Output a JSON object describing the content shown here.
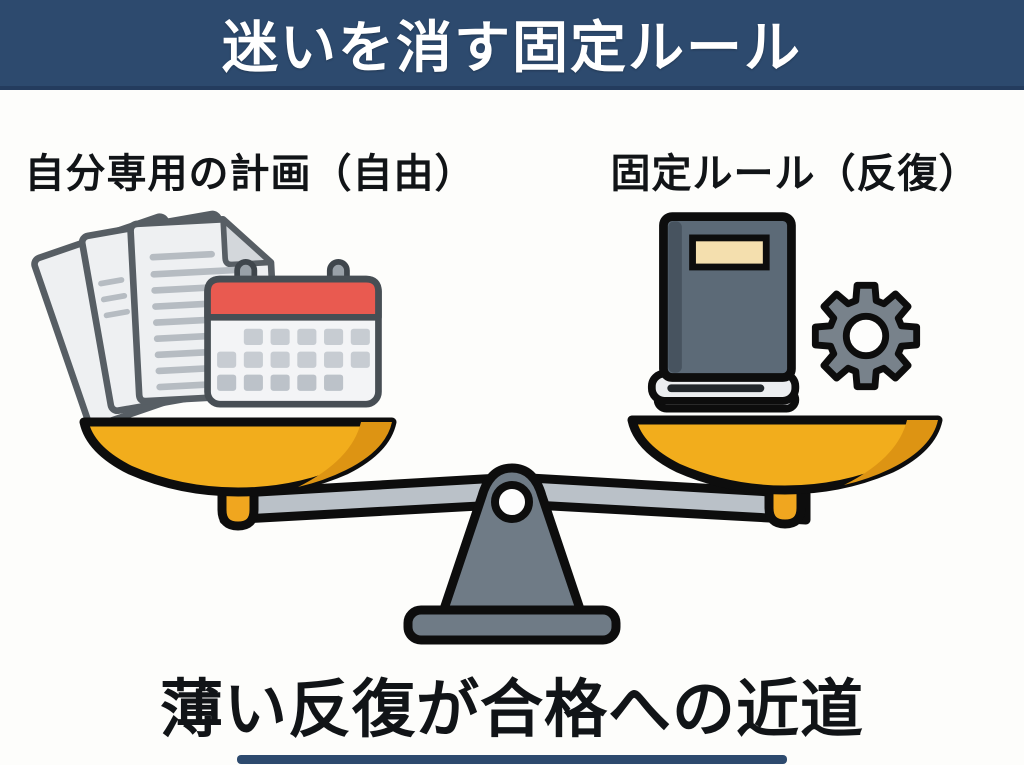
{
  "header": {
    "title": "迷いを消す固定ルール"
  },
  "comparison": {
    "left": {
      "label": "自分専用の計画（自由）",
      "icons": [
        "documents-icon",
        "calendar-icon"
      ],
      "pan": "left-scale-pan"
    },
    "right": {
      "label": "固定ルール（反復）",
      "icons": [
        "book-icon",
        "gear-icon"
      ],
      "pan": "right-scale-pan"
    }
  },
  "footer": {
    "slogan": "薄い反復が合格への近道"
  },
  "illustration": {
    "type": "balance-scale",
    "state": "balanced"
  },
  "colors": {
    "page_bg": "#fdfdfb",
    "header_bg": "#2d4a6e",
    "accent_bar": "#2d4a6e",
    "text": "#111417",
    "outline": "#0d0d0d",
    "pan_yellow": "#f2ad1c",
    "pan_shade": "#dd9413",
    "stem_orange": "#f0a61f",
    "beam_gray": "#bac1c8",
    "metal_gray": "#6f7b86",
    "calendar_red": "#e95a50",
    "calendar_body": "#f3f4f6",
    "calendar_cell": "#c7ccd2",
    "book_cover": "#5c6a77",
    "book_spine": "#47535f",
    "book_label": "#f4dfae",
    "page_fill": "#eef0f2",
    "page_line": "#b6bcc2",
    "page_stroke": "#575e64",
    "gear_gray": "#78828b"
  }
}
